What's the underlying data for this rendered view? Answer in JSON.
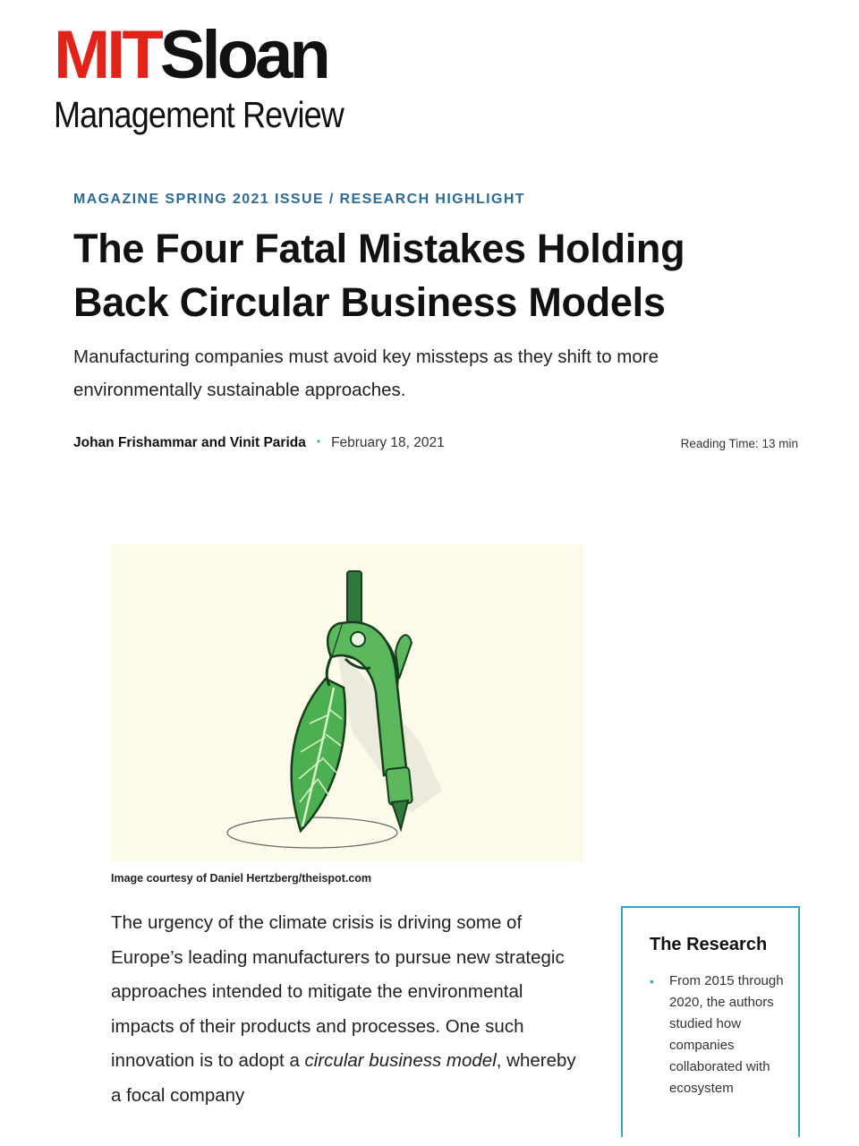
{
  "brand": {
    "logo_mit": "MIT",
    "logo_sloan": "Sloan",
    "logo_sub": "Management Review"
  },
  "article": {
    "kicker": "MAGAZINE SPRING 2021 ISSUE / RESEARCH HIGHLIGHT",
    "title_line1": "The Four Fatal Mistakes Holding",
    "title_line2": "Back Circular Business Models",
    "dek": "Manufacturing companies must avoid key missteps as they shift to more environmentally sustainable approaches.",
    "authors": "Johan Frishammar and Vinit Parida",
    "separator": "•",
    "date": "February 18, 2021",
    "reading_time": "Reading Time: 13 min",
    "image_caption": "Image courtesy of Daniel Hertzberg/theispot.com",
    "body_part1": "The urgency of the climate crisis is driving some of Europe’s leading manufacturers to pursue new strategic approaches intended to mitigate the environmental impacts of their products and processes. One such innovation is to adopt a ",
    "body_emphasis": "circular business model",
    "body_part2": ", whereby a focal company"
  },
  "sidebar": {
    "title": "The Research",
    "bullet_glyph": "•",
    "items": [
      "From 2015 through 2020, the authors studied how companies collaborated with ecosystem"
    ]
  },
  "colors": {
    "brand_red": "#e2231a",
    "kicker_blue": "#2b6b96",
    "accent_cyan": "#36a3c9",
    "illustration_bg": "#fcfae8",
    "compass_green": "#5cb85c"
  }
}
